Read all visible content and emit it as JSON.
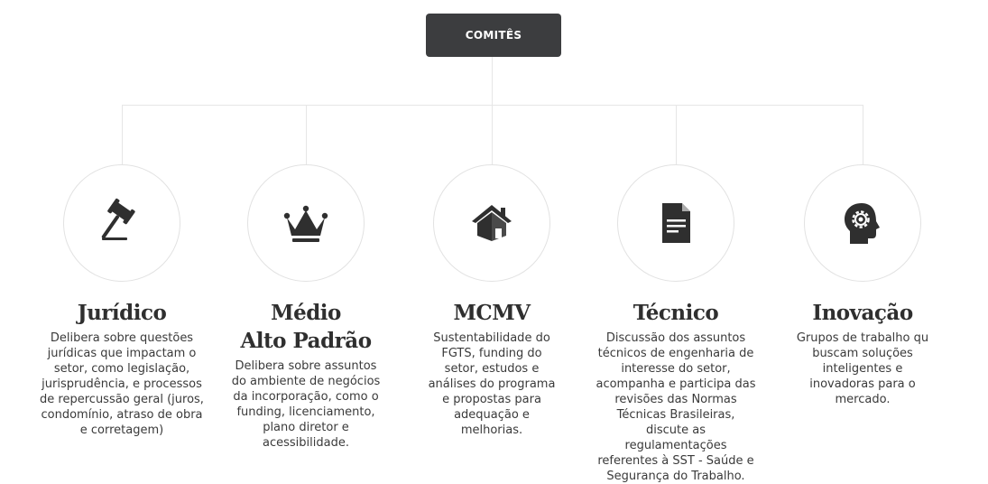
{
  "root": {
    "label": "COMITÊS"
  },
  "committees": [
    {
      "icon": "gavel-icon",
      "title": "Jurídico",
      "desc": "Delibera sobre questões jurídicas que impactam o setor, como legislação, jurisprudência, e processos de repercussão geral (juros, condomínio, atraso de obra e corretagem)"
    },
    {
      "icon": "crown-icon",
      "title": "Médio\nAlto Padrão",
      "desc": "Delibera sobre assuntos do ambiente de negócios da incorporação, como o funding, licenciamento, plano diretor e acessibilidade."
    },
    {
      "icon": "house-icon",
      "title": "MCMV",
      "desc": "Sustentabilidade do FGTS, funding do setor, estudos e análises do programa e propostas para adequação e melhorias."
    },
    {
      "icon": "document-icon",
      "title": "Técnico",
      "desc": "Discussão dos assuntos técnicos de engenharia de interesse do setor, acompanha e participa das revisões das Normas Técnicas Brasileiras, discute as regulamentações referentes à SST - Saúde e Segurança do Trabalho."
    },
    {
      "icon": "head-gear-icon",
      "title": "Inovação",
      "desc": "Grupos de trabalho qu buscam soluções inteligentes e inovadoras para o mercado."
    }
  ],
  "colors": {
    "root_bg": "#3c3d3f",
    "icon": "#2f2f2f",
    "connector": "#e6e6e6"
  }
}
